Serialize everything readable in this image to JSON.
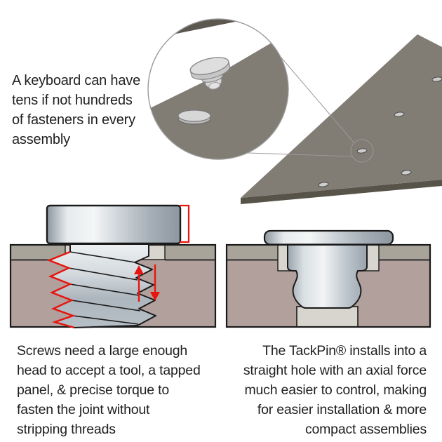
{
  "intro": {
    "lines": [
      "A keyboard can have",
      "tens if not hundreds",
      "of fasteners in every",
      "assembly"
    ]
  },
  "captions": {
    "screw": {
      "lines": [
        "Screws need a large enough",
        "head to accept a tool, a tapped",
        "panel, & precise torque to",
        "fasten the joint without",
        "stripping threads"
      ]
    },
    "tackpin": {
      "lines": [
        "The TackPin® installs into a",
        "straight hole with an axial force",
        "much easier to control, making",
        "for easier installation & more",
        "compact assemblies"
      ]
    }
  },
  "illustrations": {
    "keyboard_plate": "perspective keyboard mounting plate with square switch cutouts and installed pins",
    "magnifier": "zoom circle showing a TackPin above the plate and an installed pin head",
    "screw_section": "cross-section of a screw in a tapped panel with red thread-interference zigzag, torque arrows and head-height bracket",
    "tackpin_section": "cross-section of a TackPin pressed into a straight hole"
  },
  "colors": {
    "background": "#ffffff",
    "text": "#1f1f1f",
    "accent_red": "#e8150f",
    "plate_gray": "#817c74",
    "plate_edge_dark": "#575349",
    "panel_top_layer": "#a9a49a",
    "panel_bottom_layer": "#b2a09c",
    "clearance_light": "#d8d5ce",
    "metal_light": "#f4f6f7",
    "metal_dark": "#8d97a0",
    "outline": "#1a1a1a",
    "pin_gray": "#d2d2d2"
  }
}
